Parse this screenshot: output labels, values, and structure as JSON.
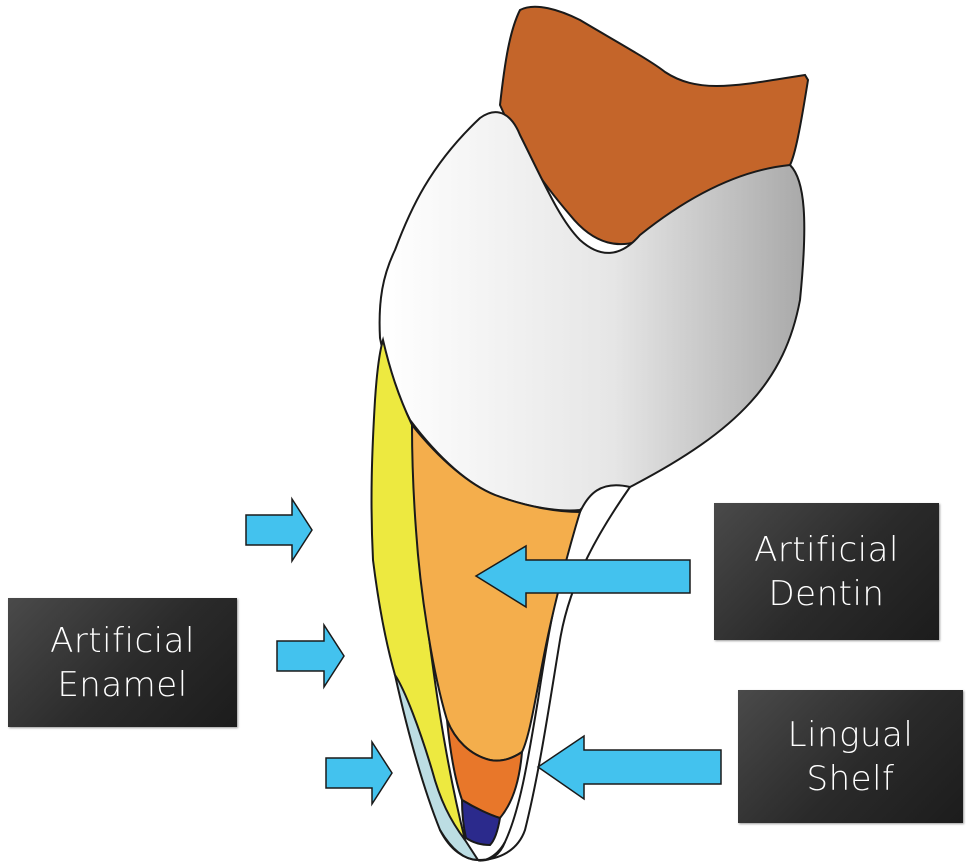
{
  "labels": {
    "enamel": {
      "line1": "Artificial",
      "line2": "Enamel"
    },
    "dentin": {
      "line1": "Artificial",
      "line2": "Dentin"
    },
    "shelf": {
      "line1": "Lingual",
      "line2": "Shelf"
    }
  },
  "colors": {
    "root_brown": "#C4652A",
    "crown_white": "#F2F2F2",
    "enamel_yellow": "#EDE940",
    "dentin_orange": "#F4AE4C",
    "deep_orange": "#E8772A",
    "navy": "#2B2A8C",
    "light_blue_enamel": "#BCDDE3",
    "arrow_blue": "#43C2EE",
    "label_background": "#333333",
    "label_text": "#FFFFFF"
  }
}
